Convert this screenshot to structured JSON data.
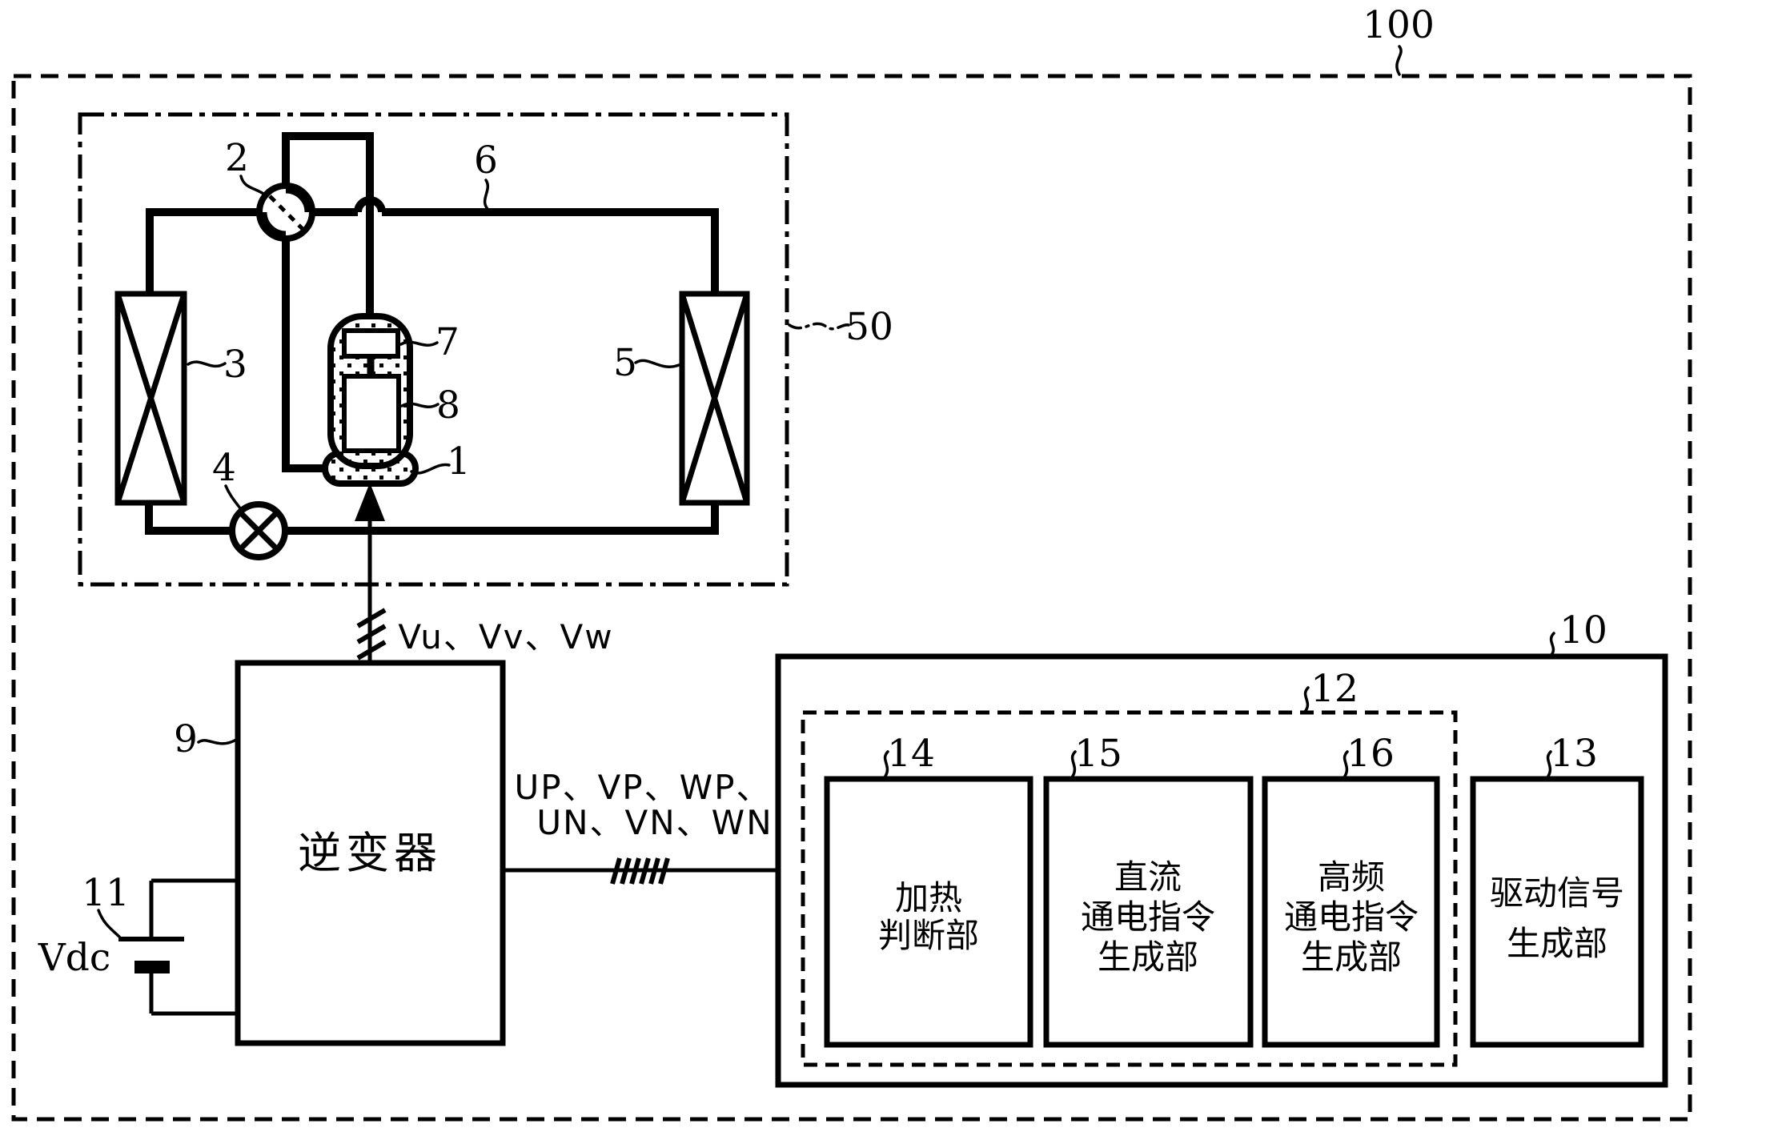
{
  "labels": {
    "n100": "100",
    "n50": "50",
    "n1": "1",
    "n2": "2",
    "n3": "3",
    "n4": "4",
    "n5": "5",
    "n6": "6",
    "n7": "7",
    "n8": "8",
    "n9": "9",
    "n10": "10",
    "n11": "11",
    "n12": "12",
    "n13": "13",
    "n14": "14",
    "n15": "15",
    "n16": "16"
  },
  "texts": {
    "vdc": "Vdc",
    "motor_voltages": "Vu、Vv、Vw",
    "gate_signals_line1": "UP、VP、WP、",
    "gate_signals_line2": "UN、VN、WN",
    "inverter": "逆变器"
  },
  "boxes": {
    "heating_determination": {
      "lines": [
        "加热",
        "判断部"
      ]
    },
    "dc_energization_command": {
      "lines": [
        "直流",
        "通电指令",
        "生成部"
      ]
    },
    "hf_energization_command": {
      "lines": [
        "高频",
        "通电指令",
        "生成部"
      ]
    },
    "drive_signal_generation": {
      "lines": [
        "驱动信号",
        "生成部"
      ]
    }
  },
  "colors": {
    "ink": "#000000",
    "background": "#ffffff"
  }
}
